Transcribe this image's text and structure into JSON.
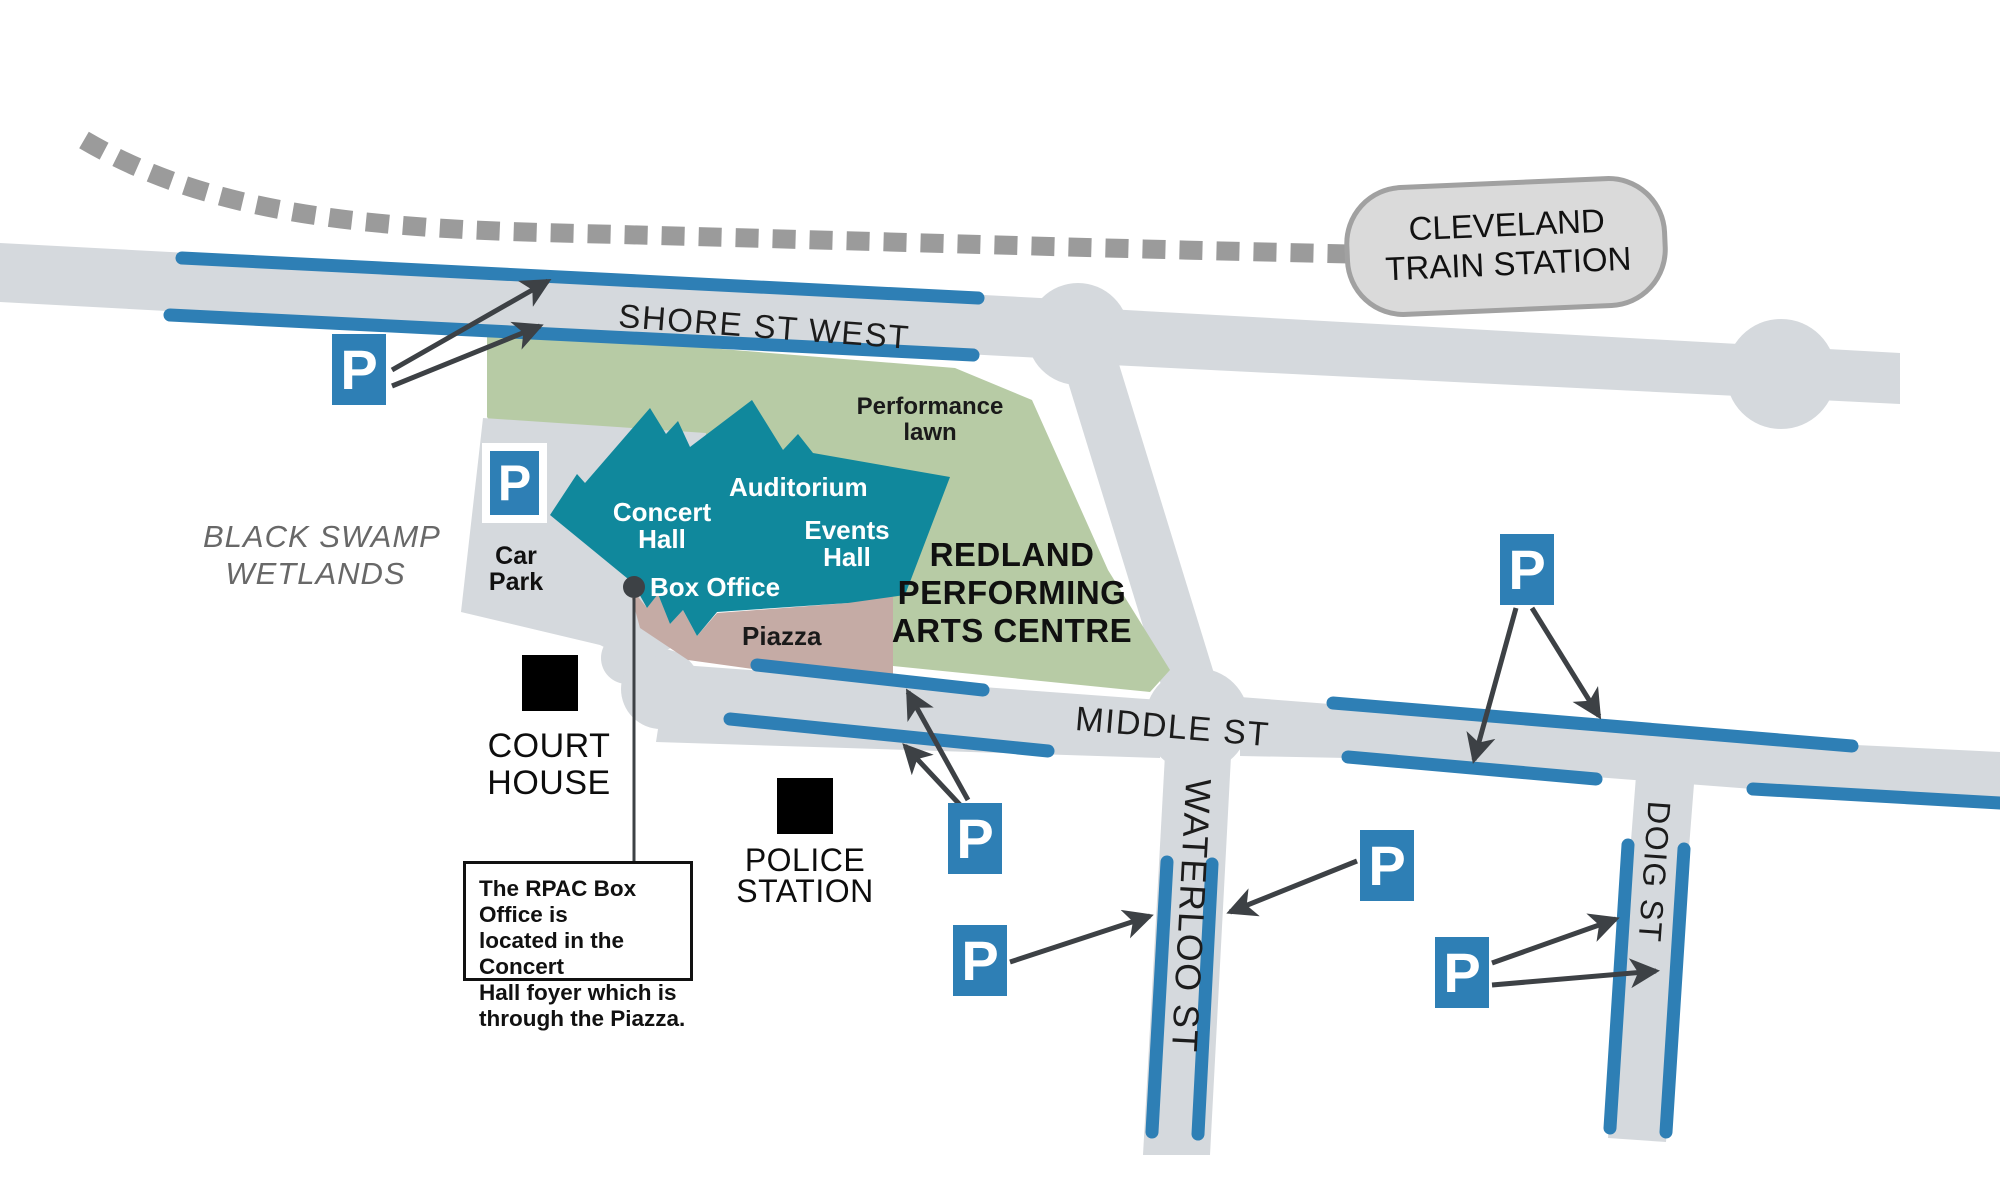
{
  "map": {
    "station": {
      "line1": "CLEVELAND",
      "line2": "TRAIN STATION"
    },
    "streets": {
      "shore": "SHORE ST WEST",
      "middle": "MIDDLE ST",
      "waterloo": "WATERLOO ST",
      "doig": "DOIG ST"
    },
    "areas": {
      "wetlands_line1": "BLACK SWAMP",
      "wetlands_line2": "WETLANDS",
      "lawn_line1": "Performance",
      "lawn_line2": "lawn",
      "piazza": "Piazza",
      "car_park_line1": "Car",
      "car_park_line2": "Park"
    },
    "venue": {
      "name_line1": "REDLAND",
      "name_line2": "PERFORMING",
      "name_line3": "ARTS CENTRE",
      "concert_line1": "Concert",
      "concert_line2": "Hall",
      "auditorium": "Auditorium",
      "events_line1": "Events",
      "events_line2": "Hall",
      "box_office": "Box Office"
    },
    "landmarks": {
      "court_line1": "COURT",
      "court_line2": "HOUSE",
      "police_line1": "POLICE",
      "police_line2": "STATION"
    },
    "note": {
      "line1": "The RPAC Box Office is",
      "line2": "located in the Concert",
      "line3": "Hall foyer which is",
      "line4": "through the Piazza."
    },
    "parking": {
      "symbol": "P"
    },
    "colors": {
      "parking_blue": "#2e7fb5",
      "road_gray": "#d5d9dd",
      "lawn_green": "#b7cba5",
      "building_teal": "#10889c",
      "piazza_mauve": "#c5aba5",
      "railway_gray": "#9b9b9b",
      "station_fill": "#dadada",
      "arrow_dark": "#3d4145"
    }
  }
}
